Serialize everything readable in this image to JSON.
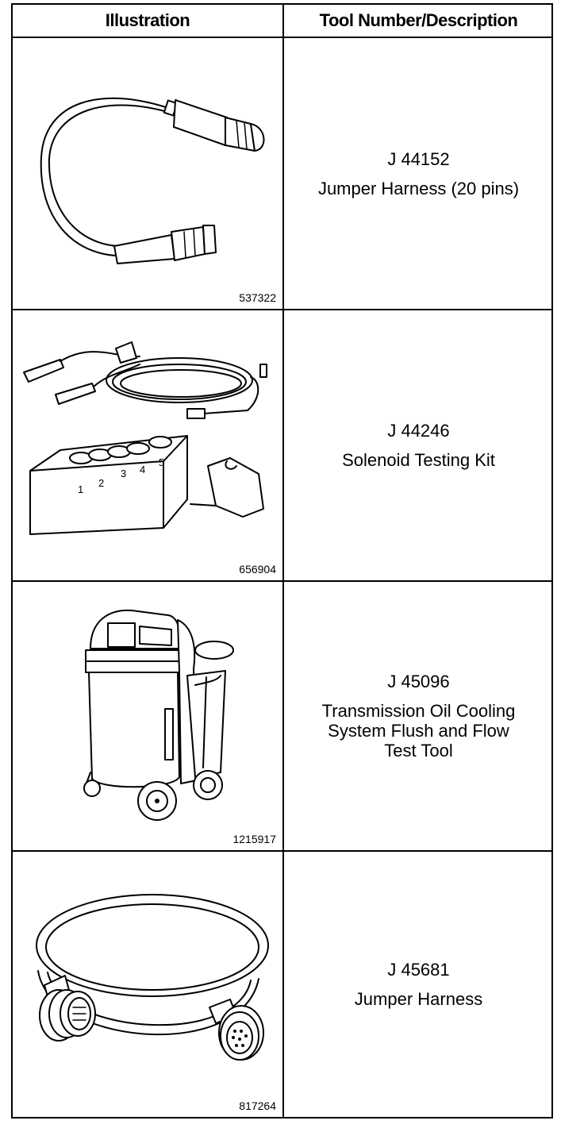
{
  "header": {
    "col_illustration": "Illustration",
    "col_tool": "Tool Number/Description"
  },
  "tools": [
    {
      "figure": "537322",
      "number": "J 44152",
      "description": "Jumper Harness (20 pins)",
      "icon": "jumper-harness-20-pin-icon"
    },
    {
      "figure": "656904",
      "number": "J 44246",
      "description": "Solenoid Testing Kit",
      "icon": "solenoid-testing-kit-icon",
      "block_labels": [
        "1",
        "2",
        "3",
        "4",
        "5"
      ]
    },
    {
      "figure": "1215917",
      "number": "J 45096",
      "description": "Transmission Oil Cooling\nSystem Flush and Flow\nTest Tool",
      "icon": "flush-flow-cart-icon"
    },
    {
      "figure": "817264",
      "number": "J 45681",
      "description": "Jumper Harness",
      "icon": "jumper-harness-coil-icon"
    }
  ]
}
